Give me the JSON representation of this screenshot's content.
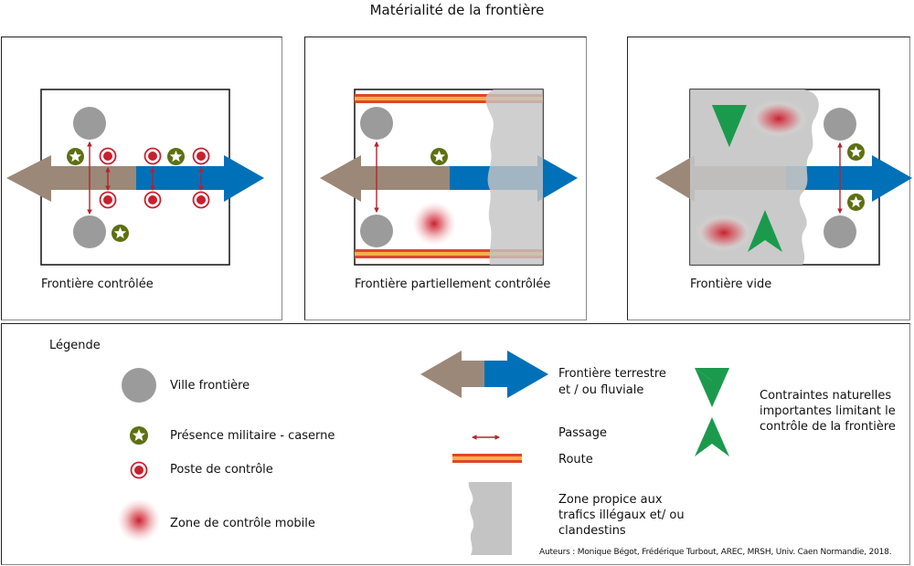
{
  "title": "Matérialité de la frontière",
  "panels": [
    {
      "id": "controlled",
      "label": "Frontière contrôlée"
    },
    {
      "id": "partial",
      "label": "Frontière partiellement contrôlée"
    },
    {
      "id": "empty",
      "label": "Frontière vide"
    }
  ],
  "legend": {
    "heading": "Légende",
    "items": {
      "city": "Ville frontière",
      "military": "Présence militaire - caserne",
      "checkpoint": "Poste de contrôle",
      "mobile_zone": "Zone de contrôle mobile",
      "border_line1": "Frontière terrestre",
      "border_line2": "et / ou fluviale",
      "passage": "Passage",
      "road": "Route",
      "traffic_zone1": "Zone propice aux",
      "traffic_zone2": "trafics illégaux et/ ou",
      "traffic_zone3": "clandestins",
      "constraints1": "Contraintes naturelles",
      "constraints2": "importantes limitant le",
      "constraints3": "contrôle de la frontière"
    }
  },
  "credits": "Auteurs : Monique Bégot, Frédérique Turbout, AREC, MRSH, Univ. Caen Normandie, 2018.",
  "colors": {
    "land": "#9c8878",
    "river": "#0070b8",
    "city": "#9b9b9b",
    "military": "#5e7012",
    "checkpoint": "#c8202e",
    "constraint": "#1b9a4d",
    "road_outer": "#e0452a",
    "road_inner": "#f5b04a",
    "traffic_zone": "#c4c4c4"
  }
}
